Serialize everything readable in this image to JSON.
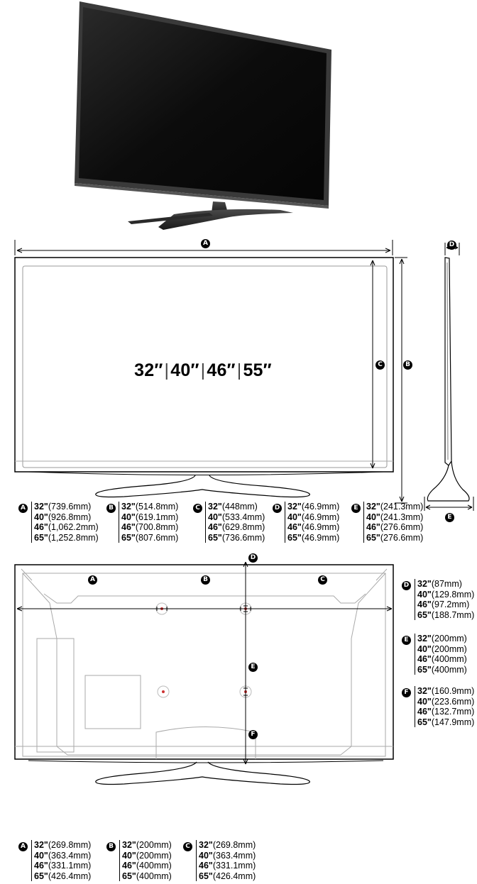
{
  "model_sizes": [
    "32″",
    "40″",
    "46″",
    "55″"
  ],
  "model_separator": "|",
  "front_labels": {
    "A": "A",
    "B": "B",
    "C": "C",
    "D": "D",
    "E": "E"
  },
  "back_labels": {
    "A": "A",
    "B": "B",
    "C": "C",
    "D": "D",
    "E": "E",
    "F": "F"
  },
  "front_specs": [
    {
      "letter": "A",
      "rows": [
        {
          "size": "32\"",
          "value": "(739.6mm)"
        },
        {
          "size": "40\"",
          "value": "(926.8mm)"
        },
        {
          "size": "46\"",
          "value": "(1,062.2mm)"
        },
        {
          "size": "65\"",
          "value": "(1,252.8mm)"
        }
      ]
    },
    {
      "letter": "B",
      "rows": [
        {
          "size": "32\"",
          "value": "(514.8mm)"
        },
        {
          "size": "40\"",
          "value": "(619.1mm)"
        },
        {
          "size": "46\"",
          "value": "(700.8mm)"
        },
        {
          "size": "65\"",
          "value": "(807.6mm)"
        }
      ]
    },
    {
      "letter": "C",
      "rows": [
        {
          "size": "32\"",
          "value": "(448mm)"
        },
        {
          "size": "40\"",
          "value": "(533.4mm)"
        },
        {
          "size": "46\"",
          "value": "(629.8mm)"
        },
        {
          "size": "65\"",
          "value": "(736.6mm)"
        }
      ]
    },
    {
      "letter": "D",
      "rows": [
        {
          "size": "32\"",
          "value": "(46.9mm)"
        },
        {
          "size": "40\"",
          "value": "(46.9mm)"
        },
        {
          "size": "46\"",
          "value": "(46.9mm)"
        },
        {
          "size": "65\"",
          "value": "(46.9mm)"
        }
      ]
    },
    {
      "letter": "E",
      "rows": [
        {
          "size": "32\"",
          "value": "(241.3mm)"
        },
        {
          "size": "40\"",
          "value": "(241.3mm)"
        },
        {
          "size": "46\"",
          "value": "(276.6mm)"
        },
        {
          "size": "65\"",
          "value": "(276.6mm)"
        }
      ]
    }
  ],
  "back_side_specs": [
    {
      "letter": "D",
      "rows": [
        {
          "size": "32\"",
          "value": "(87mm)"
        },
        {
          "size": "40\"",
          "value": "(129.8mm)"
        },
        {
          "size": "46\"",
          "value": "(97.2mm)"
        },
        {
          "size": "65\"",
          "value": "(188.7mm)"
        }
      ]
    },
    {
      "letter": "E",
      "rows": [
        {
          "size": "32\"",
          "value": "(200mm)"
        },
        {
          "size": "40\"",
          "value": "(200mm)"
        },
        {
          "size": "46\"",
          "value": "(400mm)"
        },
        {
          "size": "65\"",
          "value": "(400mm)"
        }
      ]
    },
    {
      "letter": "F",
      "rows": [
        {
          "size": "32\"",
          "value": "(160.9mm)"
        },
        {
          "size": "40\"",
          "value": "(223.6mm)"
        },
        {
          "size": "46\"",
          "value": "(132.7mm)"
        },
        {
          "size": "65\"",
          "value": "(147.9mm)"
        }
      ]
    }
  ],
  "back_bottom_specs": [
    {
      "letter": "A",
      "rows": [
        {
          "size": "32\"",
          "value": "(269.8mm)"
        },
        {
          "size": "40\"",
          "value": "(363.4mm)"
        },
        {
          "size": "46\"",
          "value": "(331.1mm)"
        },
        {
          "size": "65\"",
          "value": "(426.4mm)"
        }
      ]
    },
    {
      "letter": "B",
      "rows": [
        {
          "size": "32\"",
          "value": "(200mm)"
        },
        {
          "size": "40\"",
          "value": "(200mm)"
        },
        {
          "size": "46\"",
          "value": "(400mm)"
        },
        {
          "size": "65\"",
          "value": "(400mm)"
        }
      ]
    },
    {
      "letter": "C",
      "rows": [
        {
          "size": "32\"",
          "value": "(269.8mm)"
        },
        {
          "size": "40\"",
          "value": "(363.4mm)"
        },
        {
          "size": "46\"",
          "value": "(331.1mm)"
        },
        {
          "size": "65\"",
          "value": "(426.4mm)"
        }
      ]
    }
  ]
}
